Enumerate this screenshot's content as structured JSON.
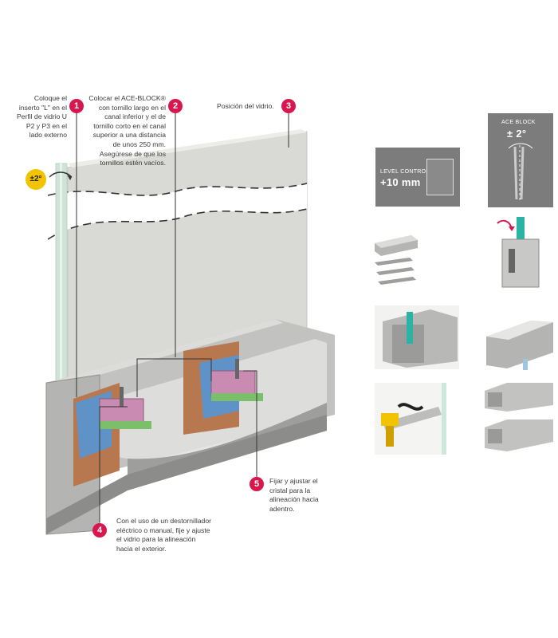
{
  "angle_badge": "±2°",
  "steps": [
    {
      "number": "1",
      "text": "Coloque el inserto \"L\" en el Perfil de vidrio U P2 y P3 en el lado externo"
    },
    {
      "number": "2",
      "text": "Colocar el ACE-BLOCK® con tornillo largo en el canal inferior y el de tornillo corto en el canal superior a una distancia de unos 250 mm. Asegúrese de que los tornillos estén vacíos."
    },
    {
      "number": "3",
      "text": "Posición del vidrio."
    },
    {
      "number": "4",
      "text": "Con el uso de un destornillador eléctrico o manual, fije y ajuste el vidrio para la alineación hacia el exterior."
    },
    {
      "number": "5",
      "text": "Fijar y ajustar el cristal para la alineación hacia adentro."
    }
  ],
  "level_control": {
    "label": "LEVEL CONTROL",
    "value": "+10 mm"
  },
  "ace_block": {
    "label": "ACE BLOCK",
    "value": "± 2°"
  },
  "colors": {
    "accent": "#d8174f",
    "badge_yellow": "#f2c400",
    "thumb_gray": "#7c7c7c",
    "glass_teal": "#2bb3a6"
  }
}
